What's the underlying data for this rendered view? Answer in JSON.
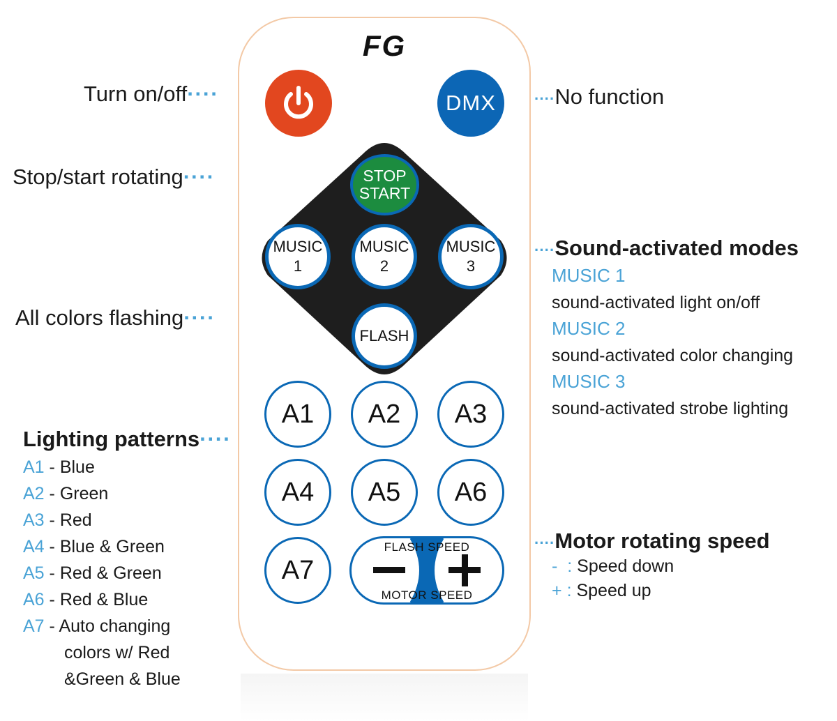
{
  "remote": {
    "brand": "FG",
    "dmx_label": "DMX",
    "stop_line1": "STOP",
    "stop_line2": "START",
    "music1_line1": "MUSIC",
    "music1_line2": "1",
    "music2_line1": "MUSIC",
    "music2_line2": "2",
    "music3_line1": "MUSIC",
    "music3_line2": "3",
    "flash_label": "FLASH",
    "a_buttons": [
      "A1",
      "A2",
      "A3",
      "A4",
      "A5",
      "A6",
      "A7"
    ],
    "flash_speed": "FLASH SPEED",
    "motor_speed": "MOTOR SPEED",
    "colors": {
      "power": "#e2471f",
      "dmx": "#0c66b5",
      "stop": "#1c8c3f",
      "ring": "#0a68b5",
      "accent_text": "#4aa3d6"
    }
  },
  "callouts": {
    "turn_on_off": "Turn on/off",
    "no_function": "No function",
    "stop_start_rotating": "Stop/start rotating",
    "all_colors_flashing": "All colors flashing",
    "dots": "····"
  },
  "sound_modes": {
    "heading": "Sound-activated modes",
    "items": [
      {
        "name": "MUSIC 1",
        "desc": "sound-activated light on/off"
      },
      {
        "name": "MUSIC 2",
        "desc": "sound-activated color changing"
      },
      {
        "name": "MUSIC 3",
        "desc": "sound-activated strobe lighting"
      }
    ]
  },
  "lighting": {
    "heading": "Lighting patterns",
    "items": [
      {
        "code": "A1",
        "desc": "- Blue"
      },
      {
        "code": "A2",
        "desc": "- Green"
      },
      {
        "code": "A3",
        "desc": "- Red"
      },
      {
        "code": "A4",
        "desc": "- Blue & Green"
      },
      {
        "code": "A5",
        "desc": "- Red & Green"
      },
      {
        "code": "A6",
        "desc": "- Red & Blue"
      },
      {
        "code": "A7",
        "desc": "- Auto changing"
      }
    ],
    "a7_cont1": "colors w/ Red",
    "a7_cont2": "&Green & Blue"
  },
  "motor": {
    "heading": "Motor rotating speed",
    "minus_symbol": "-",
    "minus_sep": ":",
    "minus_desc": "Speed down",
    "plus_symbol": "+",
    "plus_sep": ":",
    "plus_desc": "Speed up"
  }
}
